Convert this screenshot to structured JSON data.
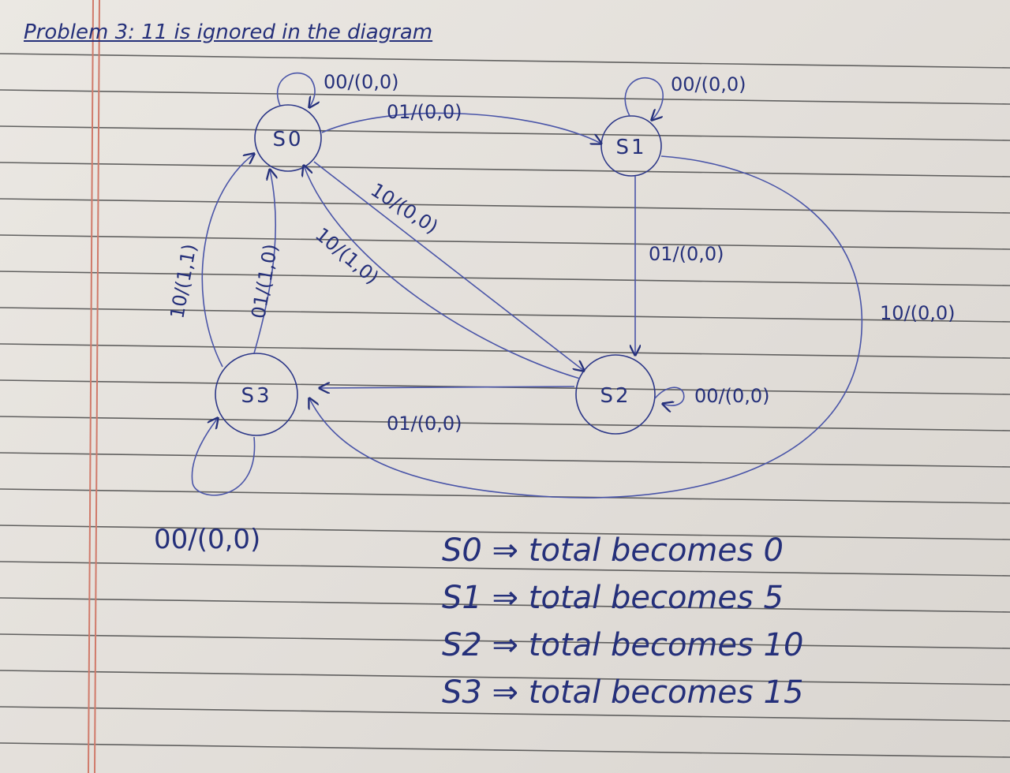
{
  "heading": "Problem 3:  11 is ignored in the diagram",
  "colors": {
    "ink": "#25307a",
    "edge": "#4a55a8",
    "paper": "#e6e2dd",
    "rule": "#4a4a4a",
    "margin": "#d07a6a"
  },
  "diagram": {
    "states": [
      {
        "id": "S0",
        "label": "S0"
      },
      {
        "id": "S1",
        "label": "S1"
      },
      {
        "id": "S2",
        "label": "S2"
      },
      {
        "id": "S3",
        "label": "S3"
      }
    ],
    "transitions": [
      {
        "from": "S0",
        "to": "S0",
        "label": "00/(0,0)"
      },
      {
        "from": "S0",
        "to": "S1",
        "label": "01/(0,0)"
      },
      {
        "from": "S1",
        "to": "S1",
        "label": "00/(0,0)"
      },
      {
        "from": "S1",
        "to": "S2",
        "label": "01/(0,0)"
      },
      {
        "from": "S1",
        "to": "S3",
        "label": "10/(0,0)"
      },
      {
        "from": "S0",
        "to": "S2",
        "label": "10/(0,0)"
      },
      {
        "from": "S2",
        "to": "S0",
        "label": "10/(1,0)"
      },
      {
        "from": "S2",
        "to": "S2",
        "label": "00/(0,0)"
      },
      {
        "from": "S2",
        "to": "S3",
        "label": "01/(0,0)"
      },
      {
        "from": "S3",
        "to": "S0",
        "label": "01/(1,0)"
      },
      {
        "from": "S3",
        "to": "S0",
        "label": "10/(1,1)"
      },
      {
        "from": "S3",
        "to": "S3",
        "label": "00/(0,0)"
      }
    ]
  },
  "notes": [
    "S0 ⇒ total becomes 0",
    "S1 ⇒ total becomes 5",
    "S2 ⇒ total becomes 10",
    "S3 ⇒ total becomes 15"
  ]
}
